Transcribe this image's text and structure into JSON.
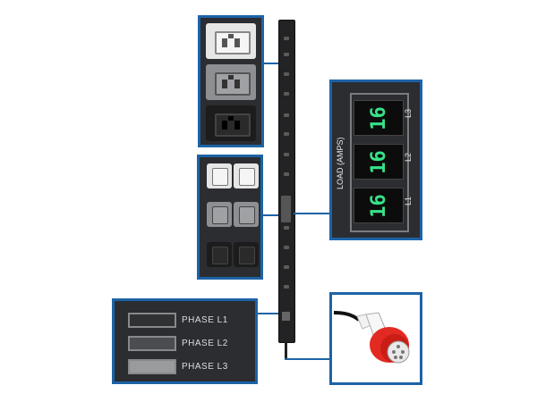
{
  "load_display": {
    "title": "LOAD (AMPS)",
    "phases": [
      {
        "label": "L3",
        "value": "16"
      },
      {
        "label": "L2",
        "value": "16"
      },
      {
        "label": "L1",
        "value": "16"
      }
    ],
    "digit_color": "#37e28a"
  },
  "phase_legend": [
    {
      "label": "PHASE  L1",
      "color": "#2f3133"
    },
    {
      "label": "PHASE  L2",
      "color": "#4a4d50"
    },
    {
      "label": "PHASE  L3",
      "color": "#9a9b9d"
    }
  ],
  "colors": {
    "panel_border": "#1d63a6",
    "panel_bg": "#2b2d31",
    "plug_red": "#e32a22"
  },
  "icons": [
    "c19-outlet-icon",
    "c13-outlet-icon",
    "iec60309-plug-icon"
  ]
}
